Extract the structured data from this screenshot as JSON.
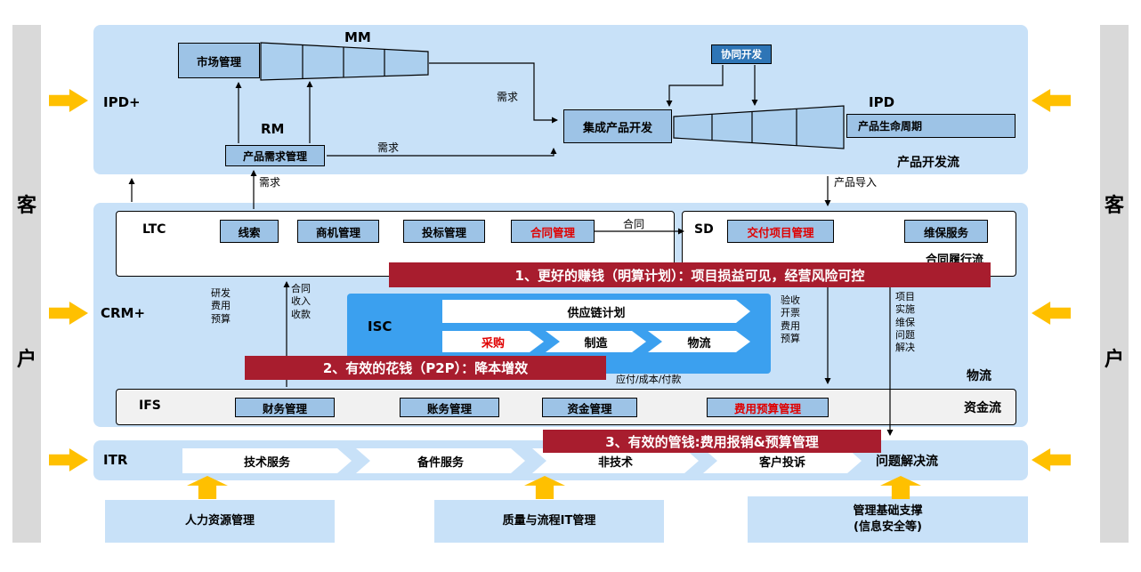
{
  "colors": {
    "section_blue": "#c8e1f8",
    "box_blue": "#9dc3e6",
    "dark_blue": "#2e75b6",
    "isc_blue": "#3ba0ef",
    "banner_red": "#a81d2e",
    "highlight_red": "#e00000",
    "arrow_yellow": "#ffc000",
    "rail_gray": "#d9d9d9",
    "row_gray": "#f1f1f1"
  },
  "rails": {
    "top_char": "客",
    "bottom_char": "户"
  },
  "product_dev": {
    "ipd_plus_label": "IPD+",
    "mm_label": "MM",
    "rm_label": "RM",
    "ipd_label": "IPD",
    "market_mgmt": "市场管理",
    "product_req_mgmt": "产品需求管理",
    "collab_dev": "协同开发",
    "integrated_dev": "集成产品开发",
    "lifecycle": "产品生命周期",
    "flow_label": "产品开发流",
    "demand_label": "需求",
    "product_intro_label": "产品导入"
  },
  "ltc": {
    "label": "LTC",
    "items": [
      "线索",
      "商机管理",
      "投标管理",
      "合同管理"
    ],
    "contract_label": "合同",
    "sd_label": "SD",
    "delivery_mgmt": "交付项目管理",
    "maintenance": "维保服务",
    "flow_label": "合同履行流"
  },
  "crm": {
    "label": "CRM+",
    "rd_notes": "研发\n费用\n预算",
    "income_notes": "合同\n收入\n收款",
    "acceptance_notes": "验收\n开票\n费用\n预算",
    "project_notes": "项目\n实施\n维保\n问题\n解决",
    "logistics_label": "物流",
    "payment_notes": "应付/成本/付款"
  },
  "isc": {
    "label": "ISC",
    "plan": "供应链计划",
    "steps": [
      "采购",
      "制造",
      "物流"
    ]
  },
  "ifs": {
    "label": "IFS",
    "items": [
      "财务管理",
      "账务管理",
      "资金管理",
      "费用预算管理"
    ],
    "flow_label": "资金流"
  },
  "itr": {
    "label": "ITR",
    "items": [
      "技术服务",
      "备件服务",
      "非技术",
      "客户投诉"
    ],
    "flow_label": "问题解决流"
  },
  "banners": {
    "b1": "1、更好的赚钱（明算计划）：项目损益可见，经营风险可控",
    "b2": "2、有效的花钱（P2P）：降本增效",
    "b3": "3、有效的管钱:费用报销&预算管理"
  },
  "foundation": {
    "items": [
      "人力资源管理",
      "质量与流程IT管理",
      "管理基础支撑\n(信息安全等)"
    ]
  }
}
